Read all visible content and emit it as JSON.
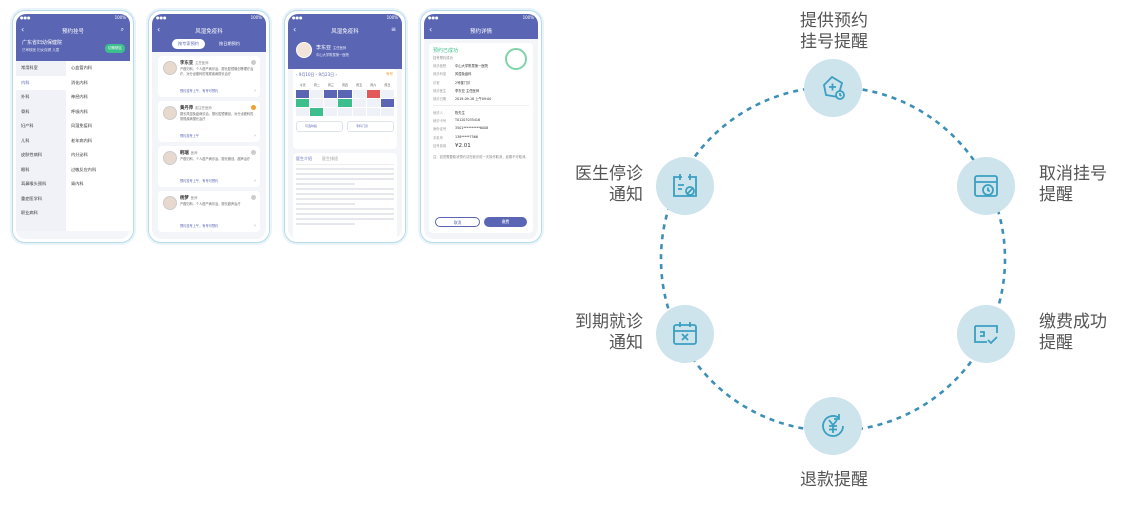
{
  "phones": {
    "p1": {
      "title": "预约挂号",
      "hospital": "广东省妇幼保健院",
      "hospital_sub": "已审核医   妇女保健   儿童",
      "badge": "切换院区",
      "left_items": [
        "常用科室",
        "内科",
        "外科",
        "骨科",
        "妇产科",
        "儿科",
        "皮肤性病科",
        "眼科",
        "耳鼻喉头颈科",
        "重症医学科",
        "职业病科"
      ],
      "right_items": [
        "心血管内科",
        "消化内科",
        "神经内科",
        "呼吸内科",
        "风湿免疫科",
        "老年病内科",
        "内分泌科",
        "过敏反应内科",
        "肾内科"
      ]
    },
    "p2": {
      "title": "风湿免疫科",
      "tabs": [
        "按专家预约",
        "按日期预约"
      ],
      "doctors": [
        {
          "name": "李东亚",
          "role": "主任医师",
          "text": "产瘤妇科、个人瘦产病诊治、擅长腔镜微创等理疗治疗，对分泌瘤科的常规疾病擅长治疗",
          "foot": "预约挂号上午，有号可预约"
        },
        {
          "name": "黄丹萍",
          "role": "副主任医师",
          "text": "擅长风湿免疫病诊治，擅长腔镜微创，对分泌瘤科的常规疾病擅长治疗",
          "foot": "预约挂号上午"
        },
        {
          "name": "韩瑞",
          "role": "医师",
          "text": "产瘤妇科、个人瘦产病诊治、擅长微创，超声治疗",
          "foot": "预约挂号上午，有号可预约"
        },
        {
          "name": "杨梦",
          "role": "医师",
          "text": "产瘤妇科、个人瘦产病诊治、擅长超声治疗",
          "foot": "预约挂号上午，有号可预约"
        }
      ]
    },
    "p3": {
      "title": "风湿免疫科",
      "doctor": "李东亚",
      "doctor_role": "主任医师",
      "hospital": "中山大学附属第一医院",
      "range": "9月10日 - 9月23日",
      "range_tag": "有号",
      "days": [
        "今天",
        "周二",
        "周三",
        "周四",
        "周五",
        "周六",
        "周日"
      ],
      "mini": [
        "可选时段",
        "专科门诊"
      ],
      "tabs": [
        "医生介绍",
        "医生排班"
      ]
    },
    "p4": {
      "title": "预约详情",
      "ok": "预约已成功",
      "ok_desc": "挂号预约成功",
      "rows": [
        {
          "k": "就诊医院",
          "v": "中山大学附属第一医院"
        },
        {
          "k": "就诊科室",
          "v": "风湿免疫科"
        },
        {
          "k": "诊室",
          "v": "2号楼门诊"
        },
        {
          "k": "就诊医生",
          "v": "李东亚 主任医师"
        },
        {
          "k": "就诊日期",
          "v": "2019-09-18 上午09:00"
        }
      ],
      "rows2": [
        {
          "k": "就诊人",
          "v": "陈先生"
        },
        {
          "k": "就诊卡号",
          "v": "T01207035416"
        },
        {
          "k": "身份证号",
          "v": "3501**********6008"
        },
        {
          "k": "手机号",
          "v": "138*****7566"
        },
        {
          "k": "挂号费用",
          "v": "¥2.01"
        }
      ],
      "note": "注：如您需要取消预约请在就诊前一天操作取消，逾期不可取消。",
      "btn_cancel": "取消",
      "btn_pay": "缴费"
    }
  },
  "ring": {
    "colors": {
      "node": "#cde4ed",
      "icon": "#3a9fc0",
      "line": "#3d8fb7",
      "text": "#555555"
    },
    "nodes": [
      {
        "name": "provide-appointment",
        "icon": "calendar-plus-icon",
        "label": [
          "提供预约",
          "挂号提醒"
        ]
      },
      {
        "name": "cancel-registration",
        "icon": "calendar-clock-icon",
        "label": [
          "取消挂号",
          "提醒"
        ]
      },
      {
        "name": "payment-success",
        "icon": "card-check-icon",
        "label": [
          "缴费成功",
          "提醒"
        ]
      },
      {
        "name": "refund",
        "icon": "yuan-refresh-icon",
        "label": [
          "退款提醒"
        ]
      },
      {
        "name": "due-visit",
        "icon": "calendar-x-icon",
        "label": [
          "到期就诊",
          "通知"
        ]
      },
      {
        "name": "doctor-suspend",
        "icon": "calendar-ban-icon",
        "label": [
          "医生停诊",
          "通知"
        ]
      }
    ]
  }
}
